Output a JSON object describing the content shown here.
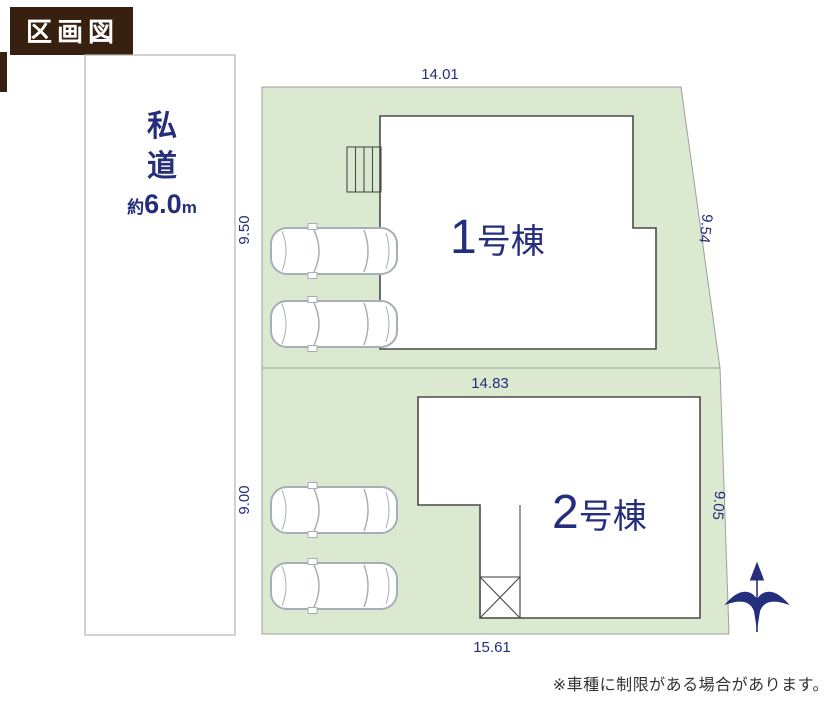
{
  "header": {
    "badge": "区画図"
  },
  "road": {
    "char1": "私",
    "char2": "道",
    "approx": "約",
    "width": "6.0",
    "unit": "m"
  },
  "plot1": {
    "number": "1",
    "suffix": "号棟",
    "dim_top": "14.01",
    "dim_left": "9.50",
    "dim_right": "9.54"
  },
  "plot2": {
    "number": "2",
    "suffix": "号棟",
    "dim_top": "14.83",
    "dim_left": "9.00",
    "dim_right": "9.05",
    "dim_bottom": "15.61"
  },
  "footer": {
    "note": "※車種に制限がある場合があります。"
  },
  "colors": {
    "plot_green": "#dbe9d1",
    "navy_text": "#242e7c",
    "badge_brown": "#37200f"
  }
}
